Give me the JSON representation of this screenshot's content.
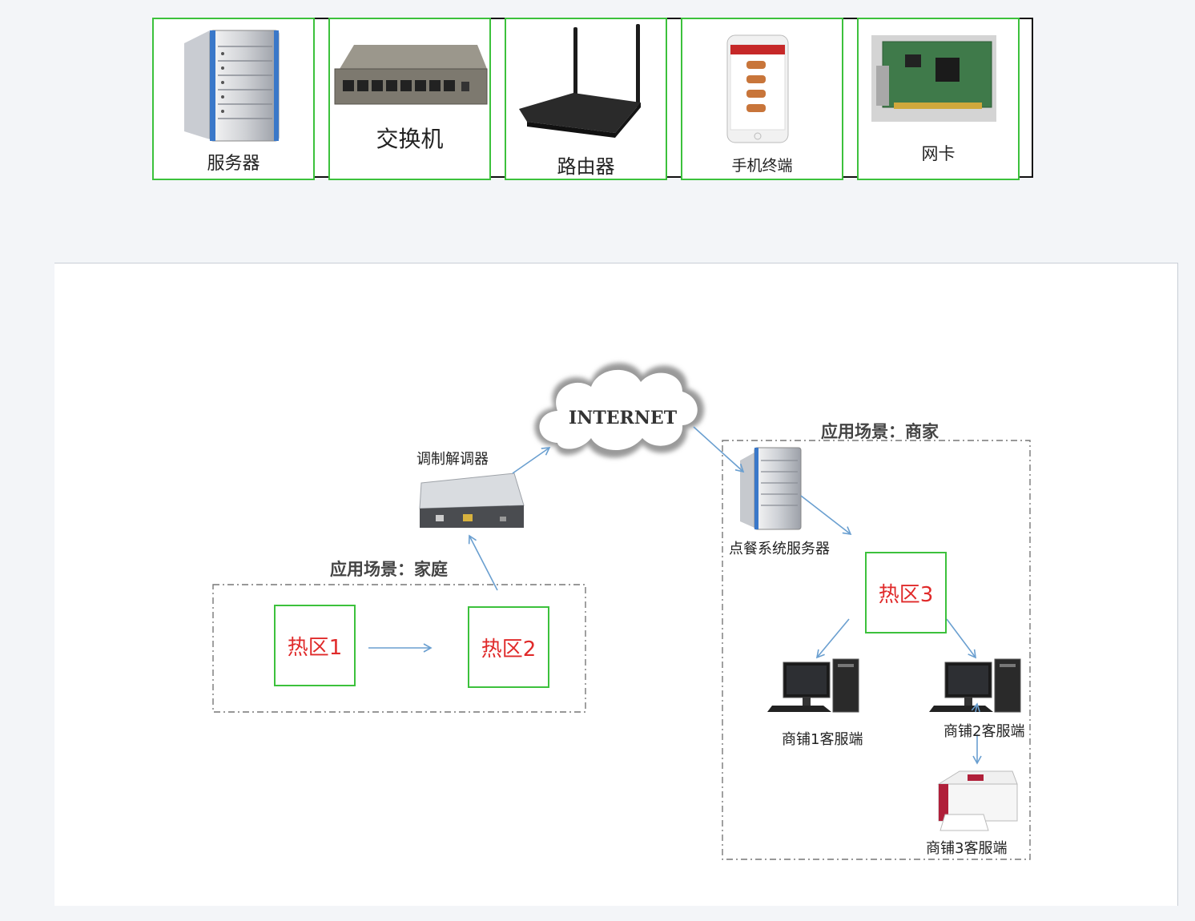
{
  "palette": {
    "devices": [
      {
        "label": "服务器",
        "icon": "server-icon"
      },
      {
        "label": "交换机",
        "icon": "switch-icon"
      },
      {
        "label": "路由器",
        "icon": "router-icon"
      },
      {
        "label": "手机终端",
        "icon": "phone-icon"
      },
      {
        "label": "网卡",
        "icon": "network-card-icon"
      }
    ]
  },
  "diagram": {
    "internet": "INTERNET",
    "modem": "调制解调器",
    "home_scene_title": "应用场景：家庭",
    "merchant_scene_title": "应用场景：商家",
    "order_server": "点餐系统服务器",
    "hotspot_1": "热区1",
    "hotspot_2": "热区2",
    "hotspot_3": "热区3",
    "shop_1_client": "商铺1客服端",
    "shop_2_client": "商铺2客服端",
    "shop_3_client": "商铺3客服端"
  },
  "colors": {
    "hotspot_border": "#3cc13c",
    "hotspot_text": "#e02a2a",
    "arrow": "#6a9fd0"
  }
}
